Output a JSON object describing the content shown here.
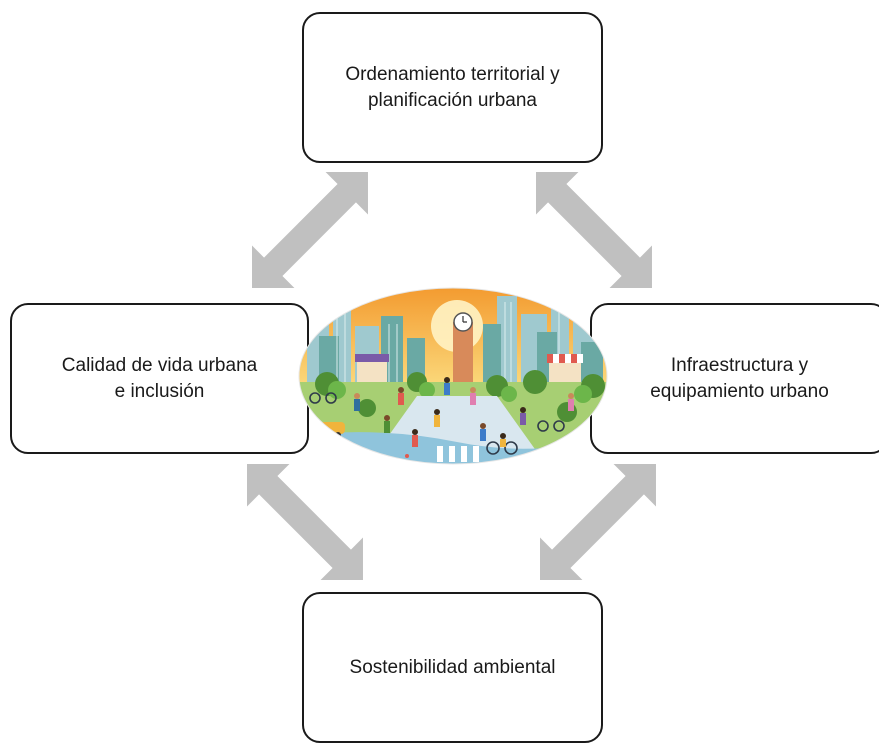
{
  "nodes": {
    "top": "Ordenamiento territorial y\nplanificación urbana",
    "left": "Calidad de vida urbana\ne inclusión",
    "right": "Infraestructura y\nequipamiento urbano",
    "bottom": "Sostenibilidad ambiental"
  },
  "colors": {
    "arrow": "#c0c0c0",
    "border": "#1a1a1a",
    "sky_orange": "#f6a93b",
    "sky_yellow": "#fbd87a",
    "building_teal": "#6aa9a4",
    "tree_green": "#5e9f3e",
    "road_blue": "#8fc4dc"
  },
  "icons": {
    "arrow": "double-headed-arrow",
    "center": "city-illustration"
  }
}
